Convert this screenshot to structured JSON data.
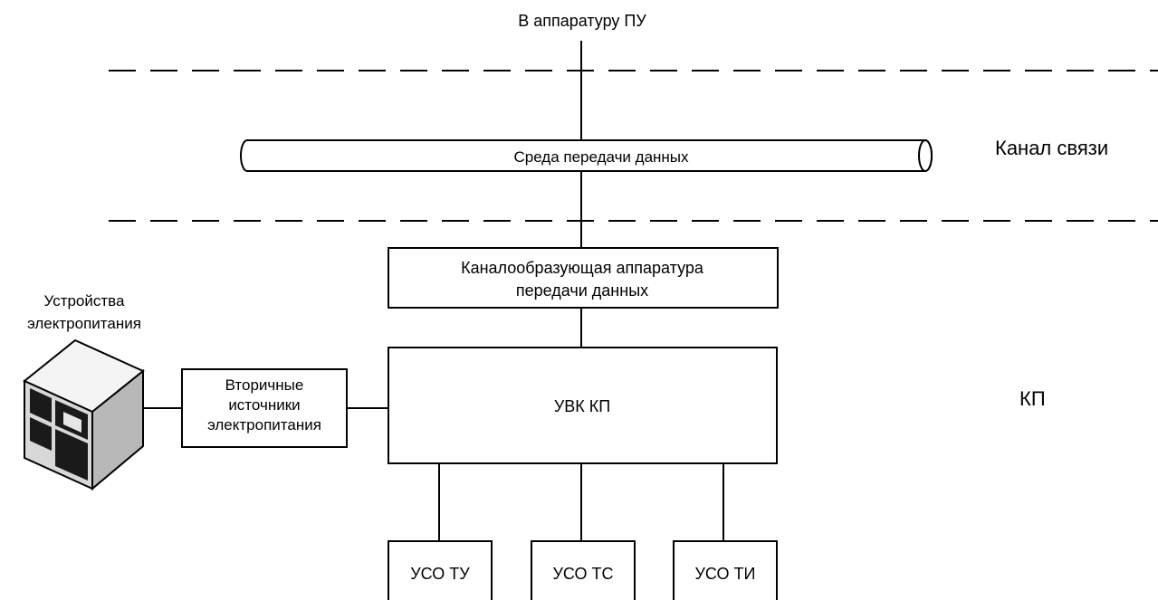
{
  "top_label": "В аппаратуру ПУ",
  "channel": {
    "medium_label": "Среда передачи данных",
    "zone_label": "Канал связи"
  },
  "equipment": {
    "line1": "Каналообразующая аппаратура",
    "line2": "передачи данных"
  },
  "power_devices": {
    "line1": "Устройства",
    "line2": "электропитания"
  },
  "secondary_sources": {
    "line1": "Вторичные",
    "line2": "источники",
    "line3": "электропитания"
  },
  "uvk": {
    "label": "УВК КП"
  },
  "kp_zone_label": "КП",
  "uso": [
    {
      "label": "УСО ТУ"
    },
    {
      "label": "УСО ТС"
    },
    {
      "label": "УСО ТИ"
    }
  ],
  "icons": {
    "power_device": "server-cabinet-icon"
  }
}
